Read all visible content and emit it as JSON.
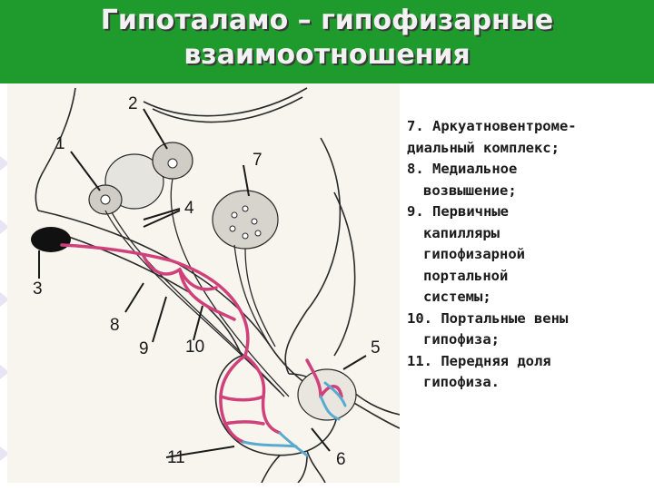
{
  "title": {
    "line1": "Гипоталамо – гипофизарные",
    "line2": "взаимоотношения"
  },
  "diagram": {
    "labels": [
      "1",
      "2",
      "3",
      "4",
      "5",
      "6",
      "7",
      "8",
      "9",
      "10",
      "11"
    ]
  },
  "legend": {
    "item7_line1": "7. Аркуатновентроме-",
    "item7_line2": "диальный комплекс;",
    "item8_line1": "8. Медиальное",
    "item8_line2": "возвышение;",
    "item9_line1": "9. Первичные",
    "item9_line2": "капилляры",
    "item9_line3": "гипофизарной",
    "item9_line4": "портальной",
    "item9_line5": "системы;",
    "item10_line1": "10. Портальные вены",
    "item10_line2": "гипофиза;",
    "item11_line1": "11. Передняя доля",
    "item11_line2": "гипофиза."
  },
  "colors": {
    "title_bg": "#1f9a2c",
    "vessels_arterial": "#d0407a",
    "vessels_venous": "#5aa9cf"
  }
}
